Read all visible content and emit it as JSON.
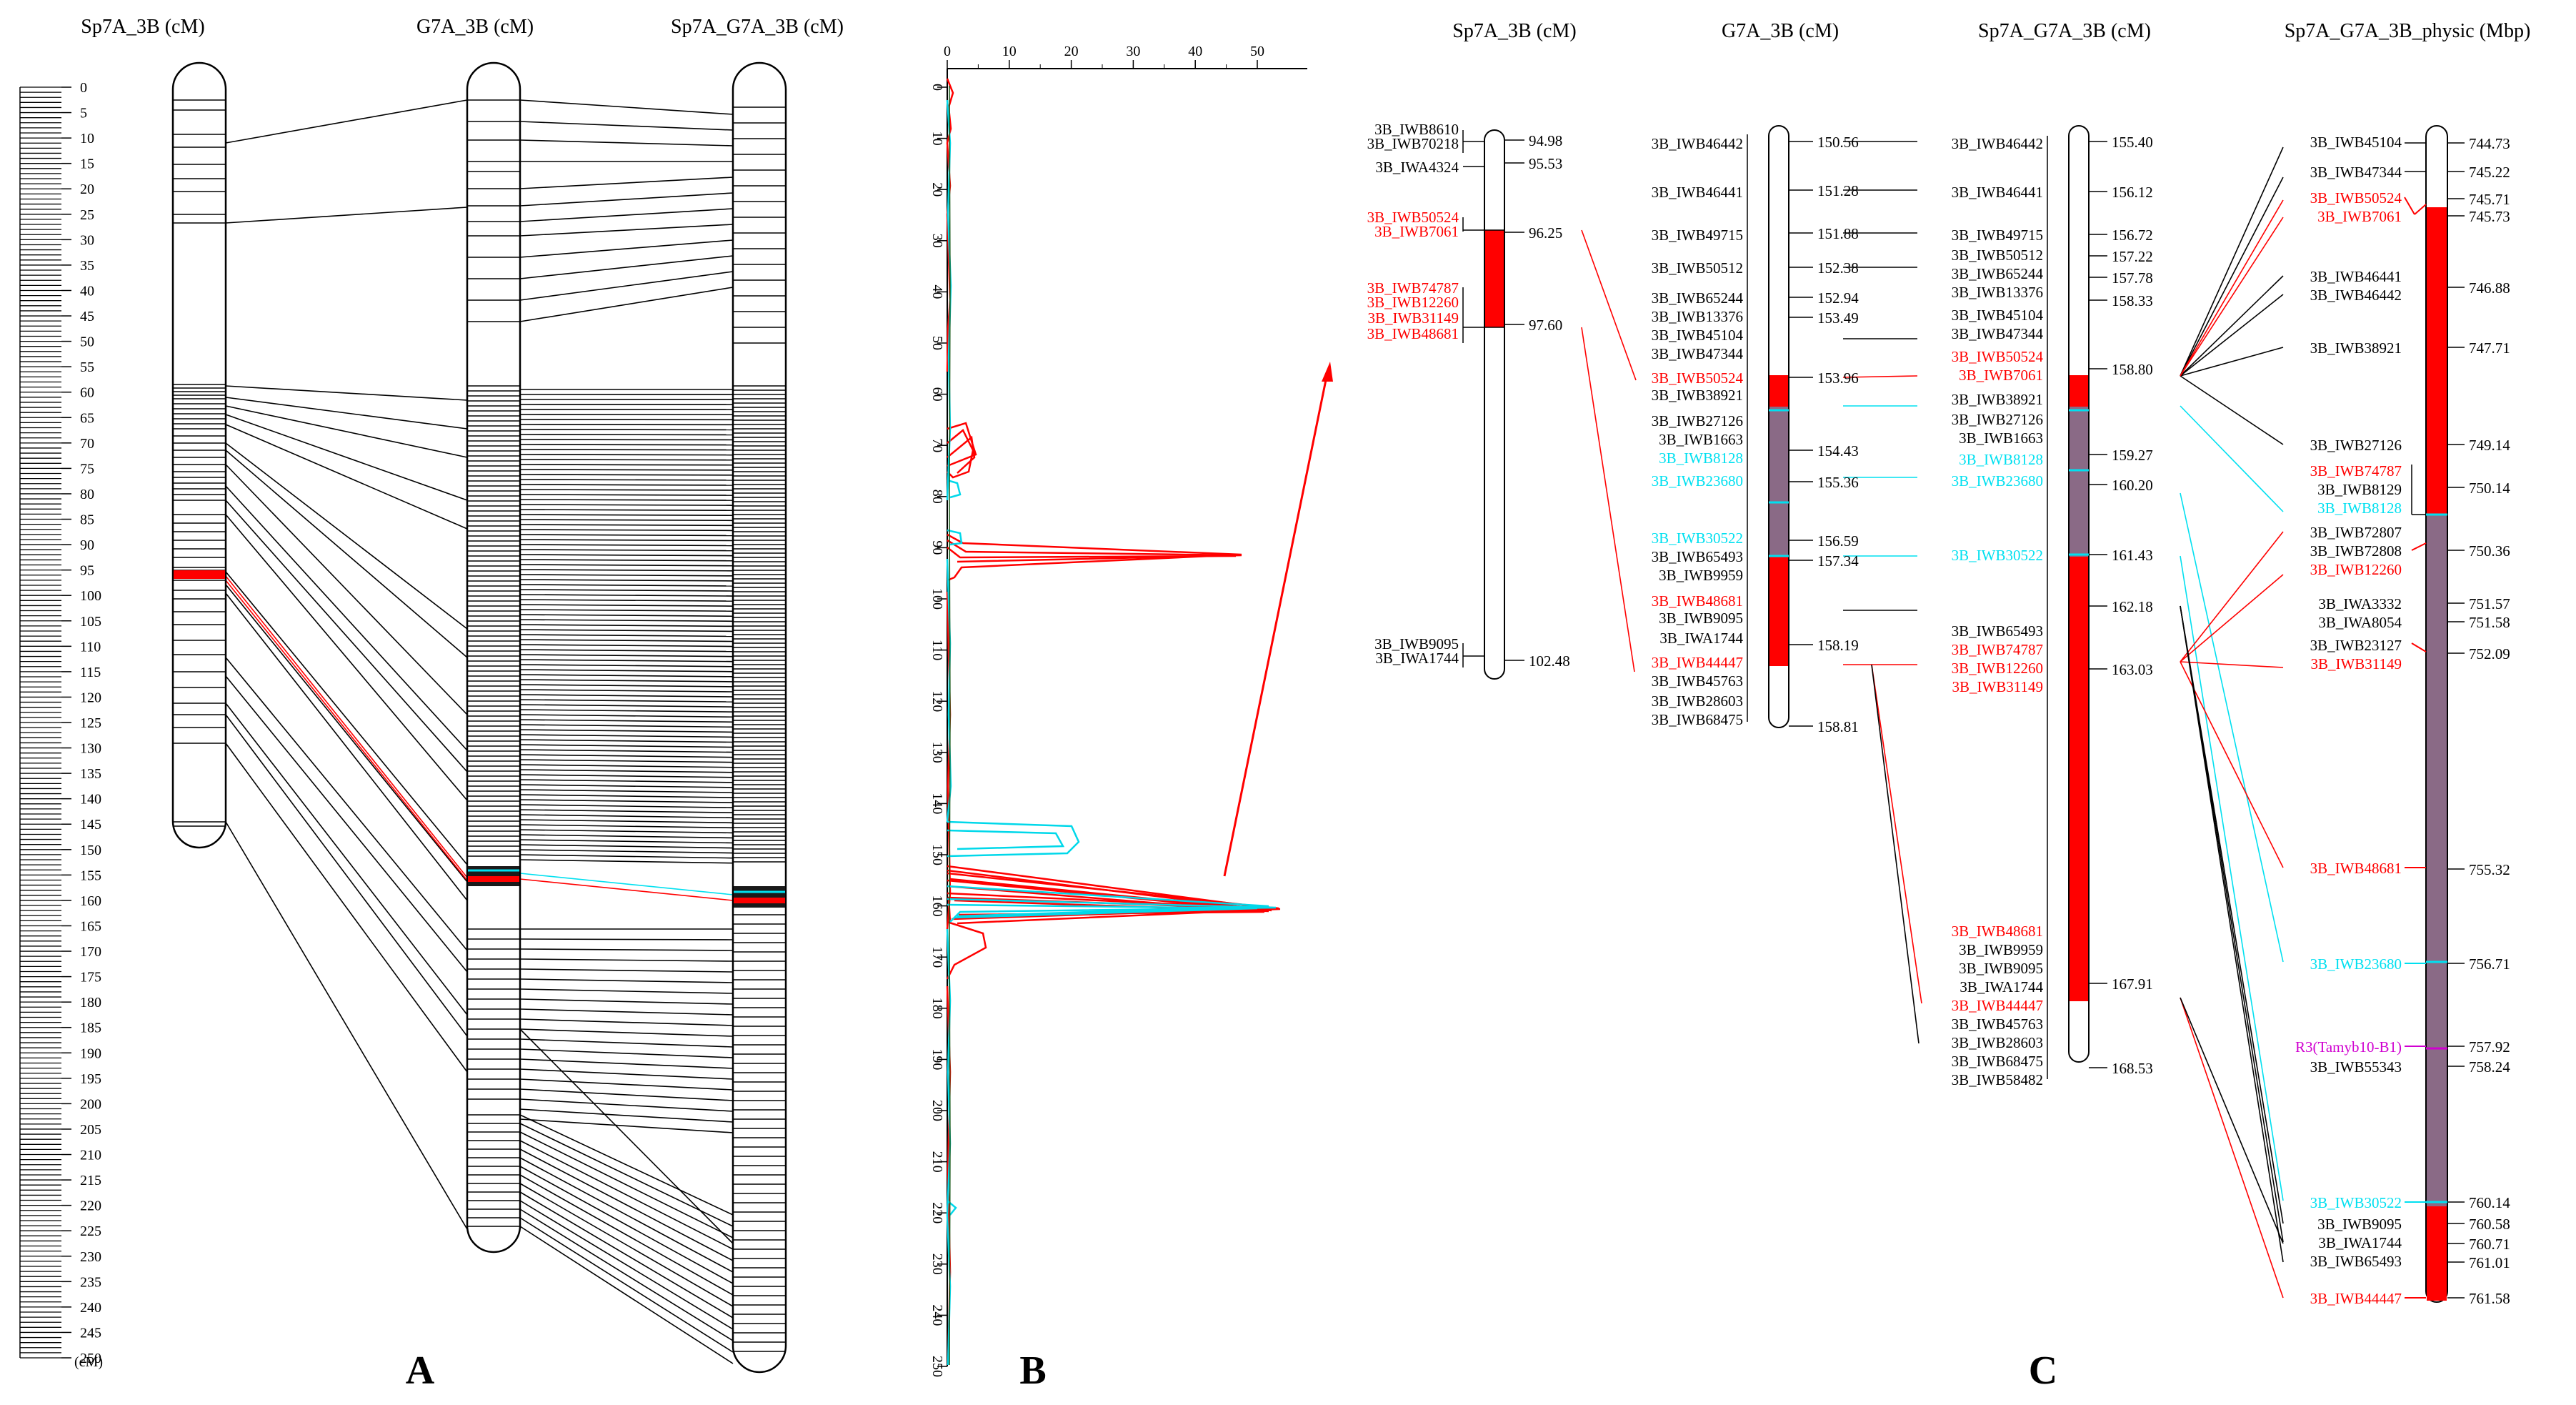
{
  "colors": {
    "red": "#ff0000",
    "cyan": "#00e0f0",
    "black": "#000000",
    "purple": "#8a6a86",
    "magenta": "#d000d0"
  },
  "panel_a": {
    "letter": "A",
    "titles": {
      "sp": "Sp7A_3B (cM)",
      "g7": "G7A_3B (cM)",
      "spg": "Sp7A_G7A_3B (cM)"
    },
    "scale_unit": "(cM)",
    "scale_ticks": [
      "0",
      "5",
      "10",
      "15",
      "20",
      "25",
      "30",
      "35",
      "40",
      "45",
      "50",
      "55",
      "60",
      "65",
      "70",
      "75",
      "80",
      "85",
      "90",
      "95",
      "100",
      "105",
      "110",
      "115",
      "120",
      "125",
      "130",
      "135",
      "140",
      "145",
      "150",
      "155",
      "160",
      "165",
      "170",
      "175",
      "180",
      "185",
      "190",
      "195",
      "200",
      "205",
      "210",
      "215",
      "220",
      "225",
      "230",
      "235",
      "240",
      "245",
      "250"
    ]
  },
  "panel_b": {
    "letter": "B",
    "x_ticks": [
      "0",
      "10",
      "20",
      "30",
      "40",
      "50"
    ],
    "y_ticks": [
      "0",
      "10",
      "20",
      "30",
      "40",
      "50",
      "60",
      "70",
      "80",
      "90",
      "100",
      "110",
      "120",
      "130",
      "140",
      "150",
      "160",
      "170",
      "180",
      "190",
      "200",
      "210",
      "220",
      "230",
      "240",
      "250"
    ]
  },
  "panel_c": {
    "letter": "C",
    "col1": {
      "title": "Sp7A_3B (cM)",
      "left": [
        {
          "name": "3B_IWB8610",
          "c": "k"
        },
        {
          "name": "3B_IWB70218",
          "c": "k"
        },
        {
          "name": "3B_IWA4324",
          "c": "k"
        },
        {
          "name": "3B_IWB50524",
          "c": "r"
        },
        {
          "name": "3B_IWB7061",
          "c": "r"
        },
        {
          "name": "3B_IWB74787",
          "c": "r"
        },
        {
          "name": "3B_IWB12260",
          "c": "r"
        },
        {
          "name": "3B_IWB31149",
          "c": "r"
        },
        {
          "name": "3B_IWB48681",
          "c": "r"
        },
        {
          "name": "3B_IWB9095",
          "c": "k"
        },
        {
          "name": "3B_IWA1744",
          "c": "k"
        }
      ],
      "right": [
        "94.98",
        "95.53",
        "96.25",
        "97.60",
        "102.48"
      ]
    },
    "col2": {
      "title": "G7A_3B (cM)",
      "left": [
        {
          "name": "3B_IWB46442",
          "c": "k"
        },
        {
          "name": "3B_IWB46441",
          "c": "k"
        },
        {
          "name": "3B_IWB49715",
          "c": "k"
        },
        {
          "name": "3B_IWB50512",
          "c": "k"
        },
        {
          "name": "3B_IWB65244",
          "c": "k"
        },
        {
          "name": "3B_IWB13376",
          "c": "k"
        },
        {
          "name": "3B_IWB45104",
          "c": "k"
        },
        {
          "name": "3B_IWB47344",
          "c": "k"
        },
        {
          "name": "3B_IWB50524",
          "c": "r"
        },
        {
          "name": "3B_IWB38921",
          "c": "k"
        },
        {
          "name": "3B_IWB27126",
          "c": "k"
        },
        {
          "name": "3B_IWB1663",
          "c": "k"
        },
        {
          "name": "3B_IWB8128",
          "c": "c"
        },
        {
          "name": "3B_IWB23680",
          "c": "c"
        },
        {
          "name": "3B_IWB30522",
          "c": "c"
        },
        {
          "name": "3B_IWB65493",
          "c": "k"
        },
        {
          "name": "3B_IWB9959",
          "c": "k"
        },
        {
          "name": "3B_IWB48681",
          "c": "r"
        },
        {
          "name": "3B_IWB9095",
          "c": "k"
        },
        {
          "name": "3B_IWA1744",
          "c": "k"
        },
        {
          "name": "3B_IWB44447",
          "c": "r"
        },
        {
          "name": "3B_IWB45763",
          "c": "k"
        },
        {
          "name": "3B_IWB28603",
          "c": "k"
        },
        {
          "name": "3B_IWB68475",
          "c": "k"
        }
      ],
      "right": [
        "150.56",
        "151.28",
        "151.88",
        "152.38",
        "152.94",
        "153.49",
        "153.96",
        "154.43",
        "155.36",
        "156.59",
        "157.34",
        "158.19",
        "158.81"
      ]
    },
    "col3": {
      "title": "Sp7A_G7A_3B (cM)",
      "left": [
        {
          "name": "3B_IWB46442",
          "c": "k"
        },
        {
          "name": "3B_IWB46441",
          "c": "k"
        },
        {
          "name": "3B_IWB49715",
          "c": "k"
        },
        {
          "name": "3B_IWB50512",
          "c": "k"
        },
        {
          "name": "3B_IWB65244",
          "c": "k"
        },
        {
          "name": "3B_IWB13376",
          "c": "k"
        },
        {
          "name": "3B_IWB45104",
          "c": "k"
        },
        {
          "name": "3B_IWB47344",
          "c": "k"
        },
        {
          "name": "3B_IWB50524",
          "c": "r"
        },
        {
          "name": "3B_IWB7061",
          "c": "r"
        },
        {
          "name": "3B_IWB38921",
          "c": "k"
        },
        {
          "name": "3B_IWB27126",
          "c": "k"
        },
        {
          "name": "3B_IWB1663",
          "c": "k"
        },
        {
          "name": "3B_IWB8128",
          "c": "c"
        },
        {
          "name": "3B_IWB23680",
          "c": "c"
        },
        {
          "name": "3B_IWB30522",
          "c": "c"
        },
        {
          "name": "3B_IWB65493",
          "c": "k"
        },
        {
          "name": "3B_IWB74787",
          "c": "r"
        },
        {
          "name": "3B_IWB12260",
          "c": "r"
        },
        {
          "name": "3B_IWB31149",
          "c": "r"
        },
        {
          "name": "3B_IWB48681",
          "c": "r"
        },
        {
          "name": "3B_IWB9959",
          "c": "k"
        },
        {
          "name": "3B_IWB9095",
          "c": "k"
        },
        {
          "name": "3B_IWA1744",
          "c": "k"
        },
        {
          "name": "3B_IWB44447",
          "c": "r"
        },
        {
          "name": "3B_IWB45763",
          "c": "k"
        },
        {
          "name": "3B_IWB28603",
          "c": "k"
        },
        {
          "name": "3B_IWB68475",
          "c": "k"
        },
        {
          "name": "3B_IWB58482",
          "c": "k"
        }
      ],
      "right": [
        "155.40",
        "156.12",
        "156.72",
        "157.22",
        "157.78",
        "158.33",
        "158.80",
        "159.27",
        "160.20",
        "161.43",
        "162.18",
        "163.03",
        "167.91",
        "168.53"
      ]
    },
    "col4": {
      "title": "Sp7A_G7A_3B_physic (Mbp)",
      "left": [
        {
          "name": "3B_IWB45104",
          "c": "k"
        },
        {
          "name": "3B_IWB47344",
          "c": "k"
        },
        {
          "name": "3B_IWB50524",
          "c": "r"
        },
        {
          "name": "3B_IWB7061",
          "c": "r"
        },
        {
          "name": "3B_IWB46441",
          "c": "k"
        },
        {
          "name": "3B_IWB46442",
          "c": "k"
        },
        {
          "name": "3B_IWB38921",
          "c": "k"
        },
        {
          "name": "3B_IWB27126",
          "c": "k"
        },
        {
          "name": "3B_IWB74787",
          "c": "r"
        },
        {
          "name": "3B_IWB8129",
          "c": "k"
        },
        {
          "name": "3B_IWB8128",
          "c": "c"
        },
        {
          "name": "3B_IWB72807",
          "c": "k"
        },
        {
          "name": "3B_IWB72808",
          "c": "k"
        },
        {
          "name": "3B_IWB12260",
          "c": "r"
        },
        {
          "name": "3B_IWA3332",
          "c": "k"
        },
        {
          "name": "3B_IWA8054",
          "c": "k"
        },
        {
          "name": "3B_IWB23127",
          "c": "k"
        },
        {
          "name": "3B_IWB31149",
          "c": "r"
        },
        {
          "name": "3B_IWB48681",
          "c": "r"
        },
        {
          "name": "3B_IWB23680",
          "c": "c"
        },
        {
          "name": "R3(Tamyb10-B1)",
          "c": "m"
        },
        {
          "name": "3B_IWB55343",
          "c": "k"
        },
        {
          "name": "3B_IWB30522",
          "c": "c"
        },
        {
          "name": "3B_IWB9095",
          "c": "k"
        },
        {
          "name": "3B_IWA1744",
          "c": "k"
        },
        {
          "name": "3B_IWB65493",
          "c": "k"
        },
        {
          "name": "3B_IWB44447",
          "c": "r"
        }
      ],
      "right": [
        "744.73",
        "745.22",
        "745.71",
        "745.73",
        "746.88",
        "747.71",
        "749.14",
        "750.14",
        "750.36",
        "751.57",
        "751.58",
        "752.09",
        "755.32",
        "756.71",
        "757.92",
        "758.24",
        "760.14",
        "760.58",
        "760.71",
        "761.01",
        "761.58"
      ]
    }
  }
}
